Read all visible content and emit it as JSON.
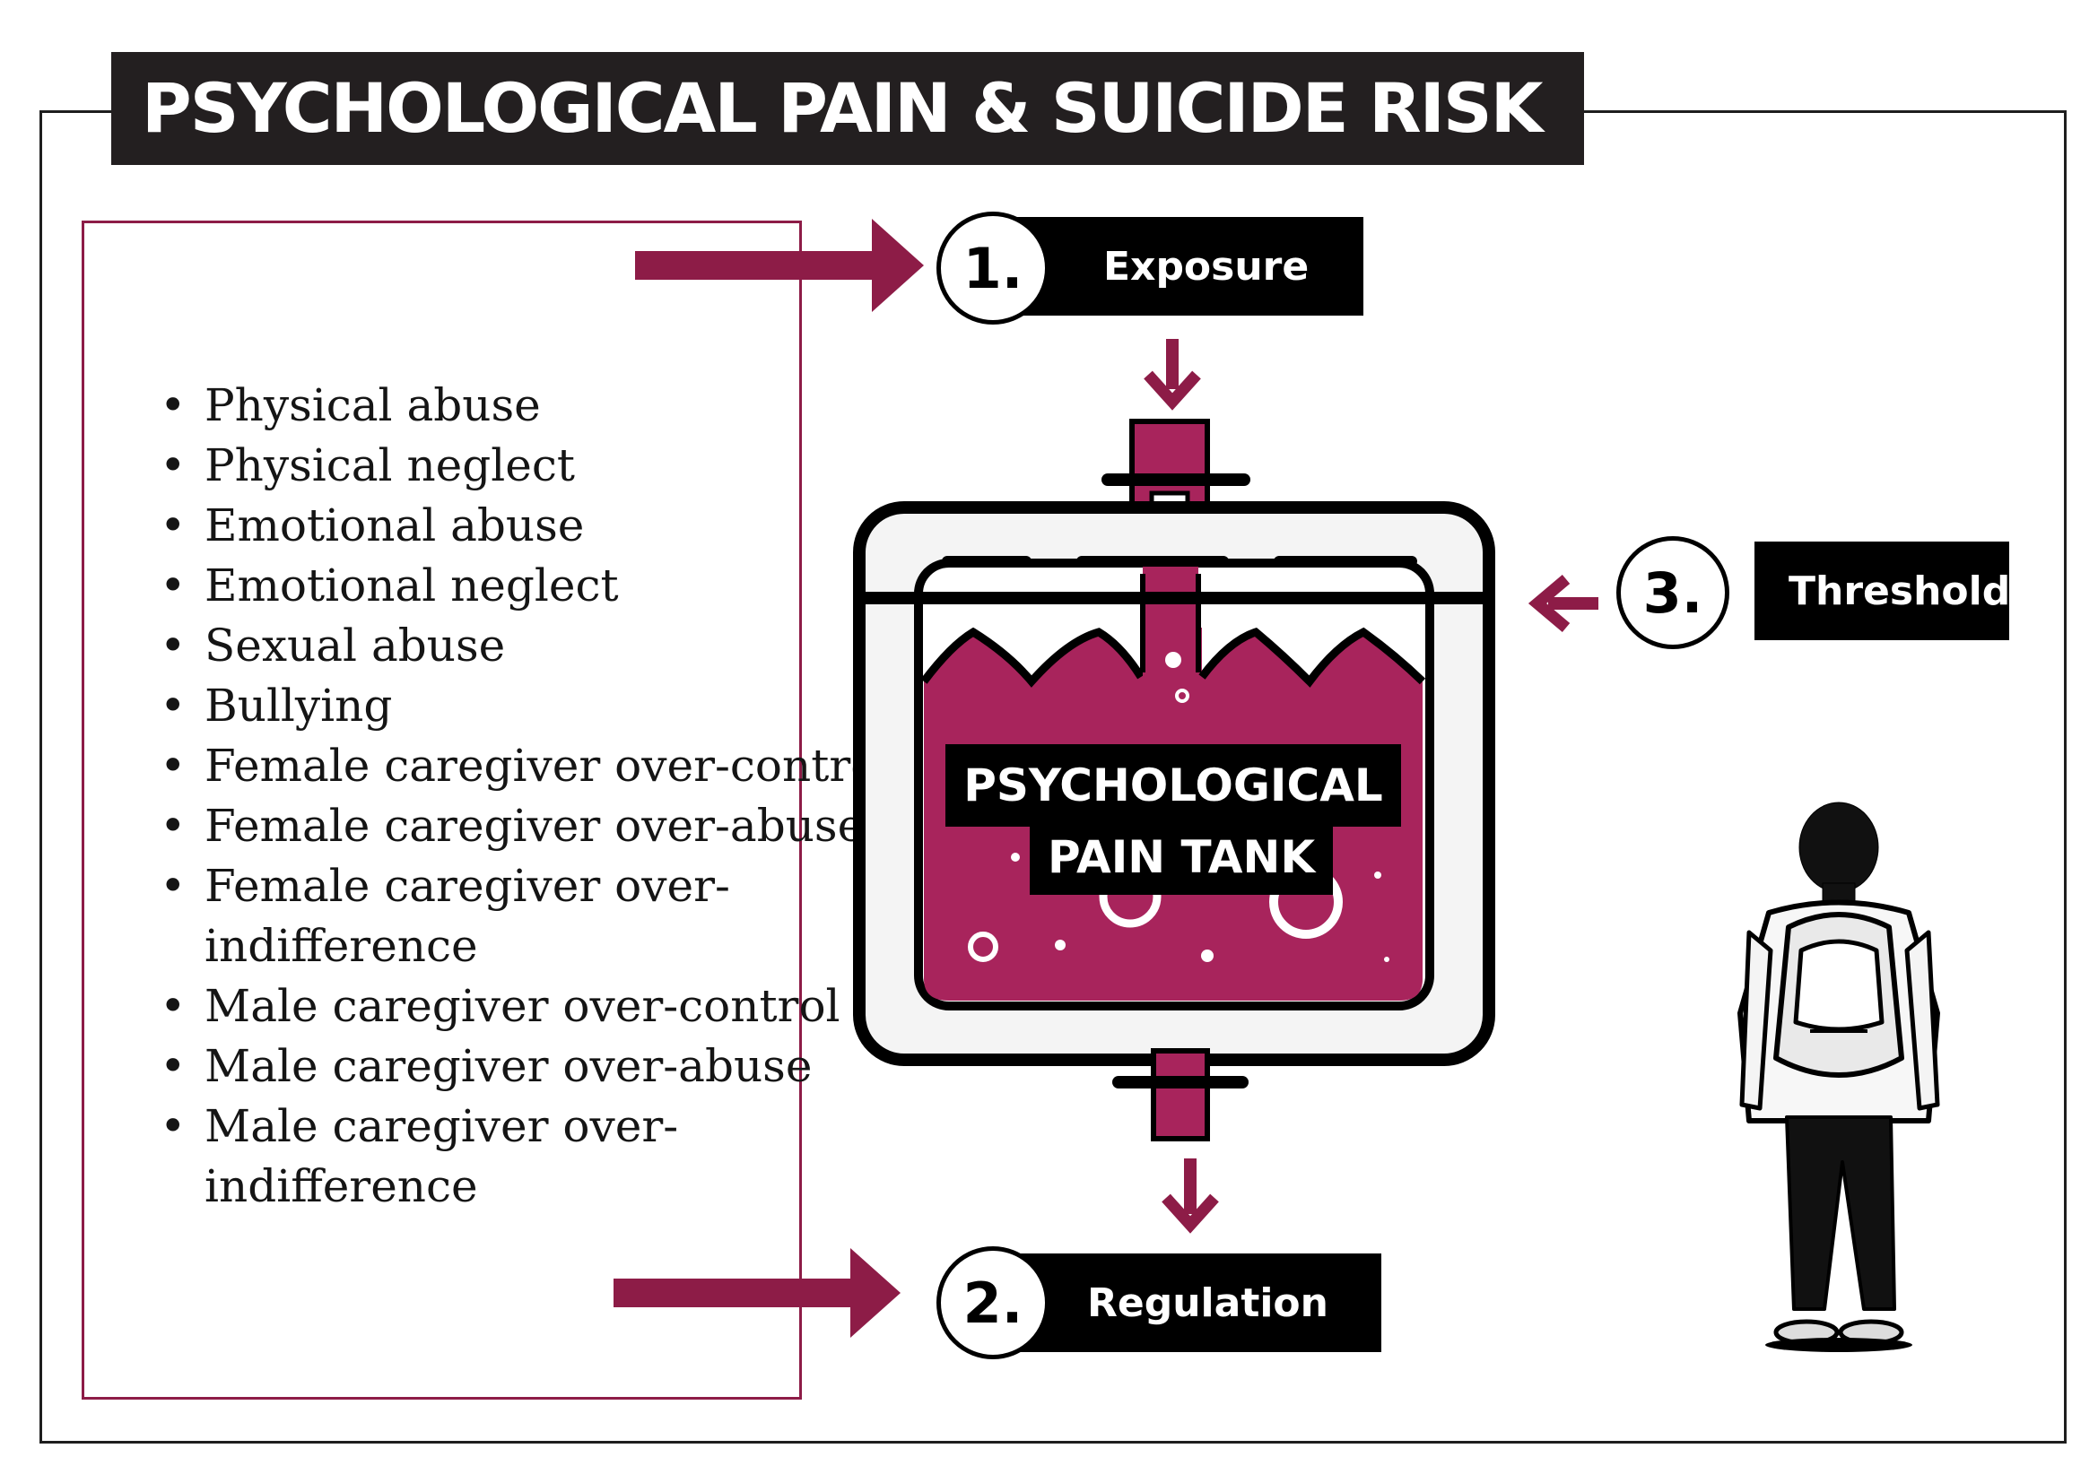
{
  "title": "PSYCHOLOGICAL PAIN & SUICIDE RISK",
  "factors": [
    "Physical abuse",
    "Physical neglect",
    "Emotional abuse",
    "Emotional  neglect",
    "Sexual abuse",
    "Bullying",
    "Female caregiver over-control",
    "Female caregiver over-abuse",
    "Female caregiver over-",
    "Male caregiver over-control",
    "Male caregiver over-abuse",
    "Male caregiver over-"
  ],
  "factor_continuations": {
    "female_indifference": "indifference",
    "male_indifference": "indifference"
  },
  "steps": {
    "exposure": {
      "number": "1.",
      "label": "Exposure"
    },
    "regulation": {
      "number": "2.",
      "label": "Regulation"
    },
    "threshold": {
      "number": "3.",
      "label": "Threshold"
    }
  },
  "tank": {
    "line1": "PSYCHOLOGICAL",
    "line2": "PAIN TANK"
  },
  "colors": {
    "accent": "#8d1c47",
    "fluid": "#a8245c",
    "dark": "#231f20"
  },
  "icons": {
    "tank": "liquid-tank-icon",
    "person": "person-with-backpack-icon"
  }
}
